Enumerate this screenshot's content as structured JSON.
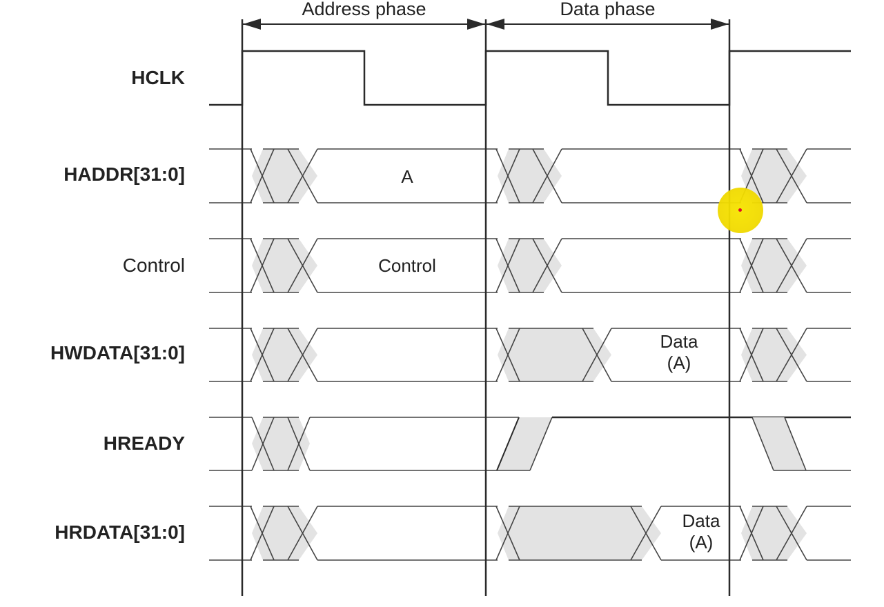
{
  "phases": {
    "address": "Address phase",
    "data": "Data phase"
  },
  "signals": [
    {
      "id": "hclk",
      "label": "HCLK",
      "bold": true
    },
    {
      "id": "haddr",
      "label": "HADDR[31:0]",
      "bold": true
    },
    {
      "id": "control",
      "label": "Control",
      "bold": false
    },
    {
      "id": "hwdata",
      "label": "HWDATA[31:0]",
      "bold": true
    },
    {
      "id": "hready",
      "label": "HREADY",
      "bold": true
    },
    {
      "id": "hrdata",
      "label": "HRDATA[31:0]",
      "bold": true
    }
  ],
  "values": {
    "haddr": "A",
    "control": "Control",
    "hwdata_line1": "Data",
    "hwdata_line2": "(A)",
    "hrdata_line1": "Data",
    "hrdata_line2": "(A)"
  },
  "colors": {
    "line": "#2a2a2a",
    "thin_line": "#444444",
    "shade": "#e3e3e3",
    "cursor": "#f2dc00"
  }
}
